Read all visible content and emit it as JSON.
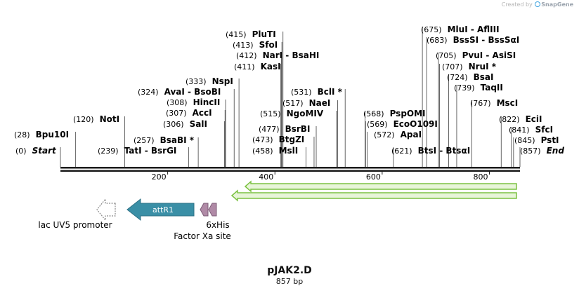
{
  "credit": {
    "prefix": "Created by",
    "brand": "SnapGene"
  },
  "plasmid": {
    "name": "pJAK2.D",
    "length_label": "857 bp",
    "length": 857
  },
  "axis": {
    "ticks": [
      200,
      400,
      600,
      800
    ]
  },
  "colors": {
    "backbone": "#1a1a1a",
    "arrow_green_border": "#7cc242",
    "arrow_green_fill": "#e8f5d9",
    "attr1": "#3a8fa6",
    "his": "#b08aa6",
    "label_line": "#444444"
  },
  "sites": [
    {
      "name": "Start",
      "pos_label": "(0)",
      "pos": 0,
      "italic": true
    },
    {
      "name": "Bpu10I",
      "pos_label": "(28)",
      "pos": 28
    },
    {
      "name": "NotI",
      "pos_label": "(120)",
      "pos": 120
    },
    {
      "name": "TatI - BsrGI",
      "pos_label": "(239)",
      "pos": 239
    },
    {
      "name": "BsaBI *",
      "pos_label": "(257)",
      "pos": 257
    },
    {
      "name": "SalI",
      "pos_label": "(306)",
      "pos": 306
    },
    {
      "name": "AccI",
      "pos_label": "(307)",
      "pos": 307
    },
    {
      "name": "HincII",
      "pos_label": "(308)",
      "pos": 308
    },
    {
      "name": "AvaI - BsoBI",
      "pos_label": "(324)",
      "pos": 324
    },
    {
      "name": "NspI",
      "pos_label": "(333)",
      "pos": 333
    },
    {
      "name": "KasI",
      "pos_label": "(411)",
      "pos": 411
    },
    {
      "name": "NarI - BsaHI",
      "pos_label": "(412)",
      "pos": 412
    },
    {
      "name": "SfoI",
      "pos_label": "(413)",
      "pos": 413
    },
    {
      "name": "PluTI",
      "pos_label": "(415)",
      "pos": 415
    },
    {
      "name": "MslI",
      "pos_label": "(458)",
      "pos": 458
    },
    {
      "name": "BtgZI",
      "pos_label": "(473)",
      "pos": 473
    },
    {
      "name": "BsrBI",
      "pos_label": "(477)",
      "pos": 477
    },
    {
      "name": "NgoMIV",
      "pos_label": "(515)",
      "pos": 515
    },
    {
      "name": "NaeI",
      "pos_label": "(517)",
      "pos": 517
    },
    {
      "name": "BclI *",
      "pos_label": "(531)",
      "pos": 531
    },
    {
      "name": "PspOMI",
      "pos_label": "(568)",
      "pos": 568
    },
    {
      "name": "EcoO109I",
      "pos_label": "(569)",
      "pos": 569
    },
    {
      "name": "ApaI",
      "pos_label": "(572)",
      "pos": 572
    },
    {
      "name": "BtsI - BtsαI",
      "pos_label": "(621)",
      "pos": 621
    },
    {
      "name": "MluI - AflIII",
      "pos_label": "(675)",
      "pos": 675
    },
    {
      "name": "BssSI - BssSαI",
      "pos_label": "(683)",
      "pos": 683
    },
    {
      "name": "PvuI - AsiSI",
      "pos_label": "(705)",
      "pos": 705
    },
    {
      "name": "NruI *",
      "pos_label": "(707)",
      "pos": 707
    },
    {
      "name": "BsaI",
      "pos_label": "(724)",
      "pos": 724
    },
    {
      "name": "TaqII",
      "pos_label": "(739)",
      "pos": 739
    },
    {
      "name": "MscI",
      "pos_label": "(767)",
      "pos": 767
    },
    {
      "name": "EciI",
      "pos_label": "(822)",
      "pos": 822
    },
    {
      "name": "SfcI",
      "pos_label": "(841)",
      "pos": 841
    },
    {
      "name": "PstI",
      "pos_label": "(845)",
      "pos": 845
    },
    {
      "name": "End",
      "pos_label": "(857)",
      "pos": 857,
      "italic": true
    }
  ],
  "features": {
    "attr1": "attR1",
    "his": "6xHis",
    "factor_xa": "Factor Xa site",
    "lac": "lac UV5 promoter"
  }
}
